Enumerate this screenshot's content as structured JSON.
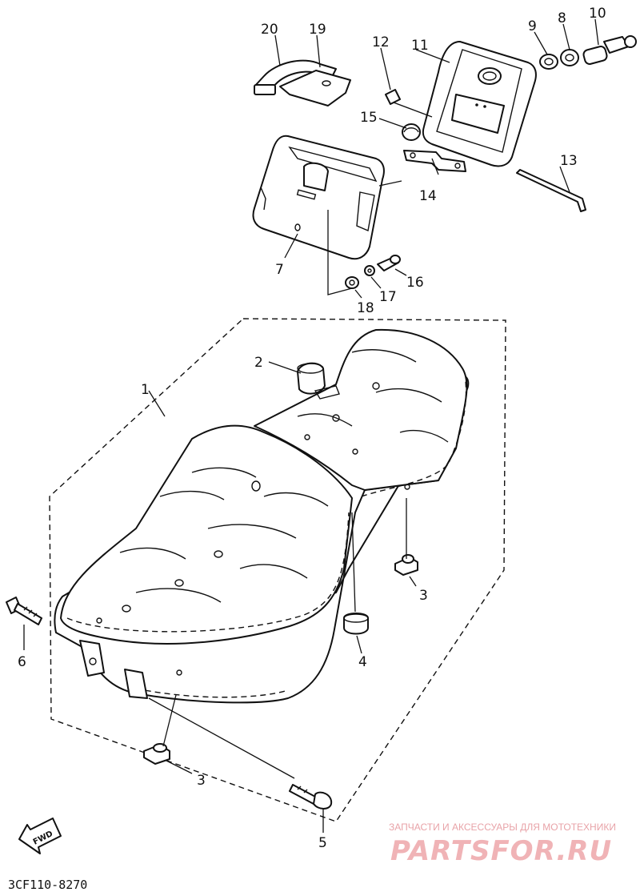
{
  "diagram_code": "3CF110-8270",
  "fwd_label": "FWD",
  "watermark": {
    "tagline": "ЗАПЧАСТИ И АКСЕССУАРЫ ДЛЯ МОТОТЕХНИКИ",
    "logo_text": "PARTSFOR.RU",
    "color": "#f0b3b6"
  },
  "callouts": {
    "n1": "1",
    "n2": "2",
    "n3a": "3",
    "n3b": "3",
    "n4": "4",
    "n5": "5",
    "n6": "6",
    "n7": "7",
    "n8": "8",
    "n9": "9",
    "n10": "10",
    "n11": "11",
    "n12": "12",
    "n13": "13",
    "n14": "14",
    "n15": "15",
    "n16": "16",
    "n17": "17",
    "n18": "18",
    "n19": "19",
    "n20": "20"
  }
}
